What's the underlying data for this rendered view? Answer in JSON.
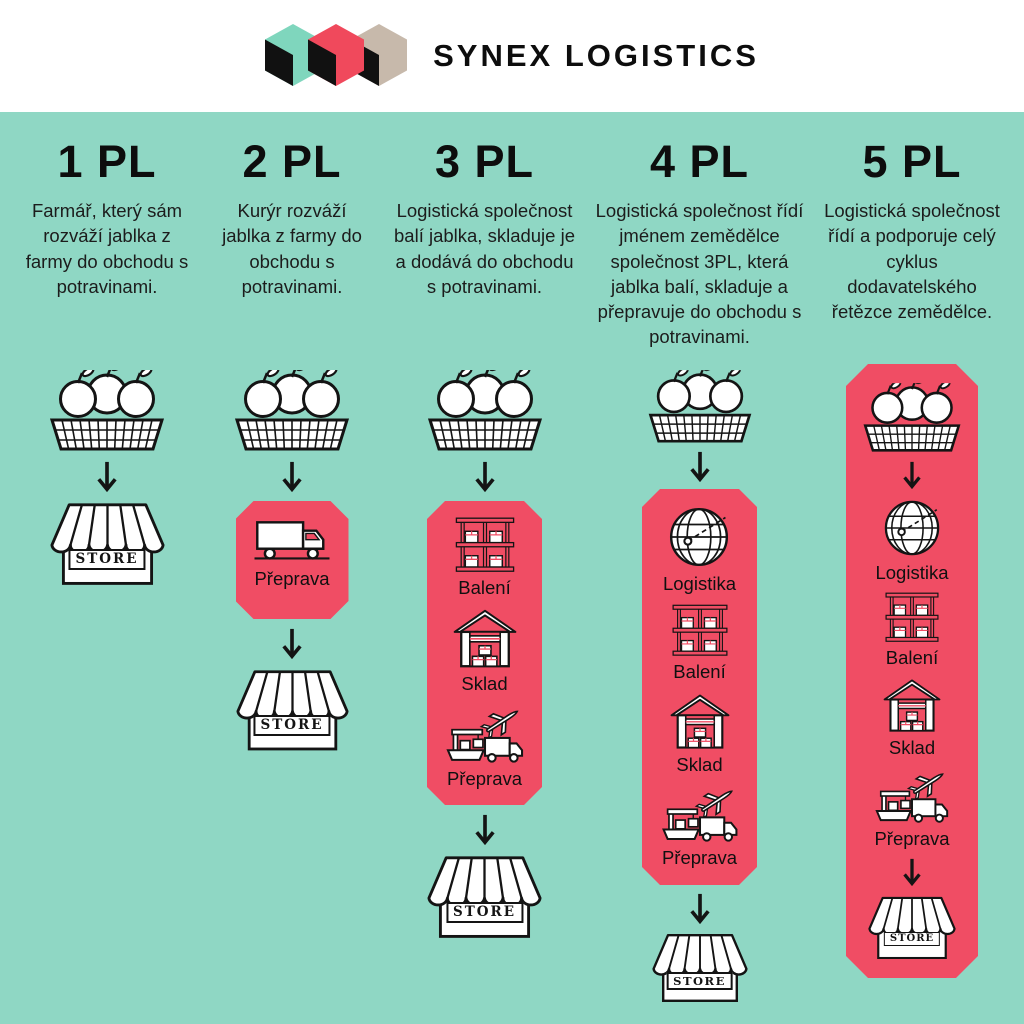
{
  "header": {
    "brand": "SYNEX LOGISTICS",
    "logo_icon": "three-cubes-icon",
    "logo_colors": {
      "teal": "#7fd6bd",
      "red": "#f0495c",
      "beige": "#c7b9ab",
      "face": "#111111"
    }
  },
  "colors": {
    "background_teal": "#8fd7c4",
    "accent_red": "#f04d64",
    "ink": "#141414",
    "header_background": "#ffffff"
  },
  "store_label": "STORE",
  "columns": [
    {
      "title": "1 PL",
      "description": "Farmář, který sám rozváží jablka z farmy do obchodu s potravinami.",
      "flow": [
        "apples-basket-icon",
        "arrow-down-icon",
        "store-icon"
      ],
      "services": []
    },
    {
      "title": "2 PL",
      "description": "Kurýr rozváží jablka z farmy do obchodu s potravinami.",
      "flow": [
        "apples-basket-icon",
        "arrow-down-icon",
        "services-box",
        "arrow-down-icon",
        "store-icon"
      ],
      "services": [
        {
          "icon": "truck-icon",
          "label": "Přeprava"
        }
      ]
    },
    {
      "title": "3 PL",
      "description": "Logistická společnost balí jablka, skladuje je a dodává do obchodu s potravinami.",
      "flow": [
        "apples-basket-icon",
        "arrow-down-icon",
        "services-box",
        "arrow-down-icon",
        "store-icon"
      ],
      "services": [
        {
          "icon": "packing-shelf-icon",
          "label": "Balení"
        },
        {
          "icon": "warehouse-icon",
          "label": "Sklad"
        },
        {
          "icon": "multimodal-transport-icon",
          "label": "Přeprava"
        }
      ]
    },
    {
      "title": "4 PL",
      "description": "Logistická společnost řídí jménem zemědělce společnost 3PL, která jablka balí, skladuje a přepravuje do obchodu s potravinami.",
      "flow": [
        "apples-basket-icon",
        "arrow-down-icon",
        "services-box",
        "arrow-down-icon",
        "store-icon"
      ],
      "services": [
        {
          "icon": "globe-icon",
          "label": "Logistika"
        },
        {
          "icon": "packing-shelf-icon",
          "label": "Balení"
        },
        {
          "icon": "warehouse-icon",
          "label": "Sklad"
        },
        {
          "icon": "multimodal-transport-icon",
          "label": "Přeprava"
        }
      ]
    },
    {
      "title": "5 PL",
      "description": "Logistická společnost řídí a podporuje celý cyklus dodavatelského řetězce zemědělce.",
      "flow": [
        "services-box"
      ],
      "flow_inside_box": [
        "apples-basket-icon",
        "arrow-down-icon",
        "services",
        "arrow-down-icon",
        "store-icon"
      ],
      "services": [
        {
          "icon": "globe-icon",
          "label": "Logistika"
        },
        {
          "icon": "packing-shelf-icon",
          "label": "Balení"
        },
        {
          "icon": "warehouse-icon",
          "label": "Sklad"
        },
        {
          "icon": "multimodal-transport-icon",
          "label": "Přeprava"
        }
      ]
    }
  ]
}
